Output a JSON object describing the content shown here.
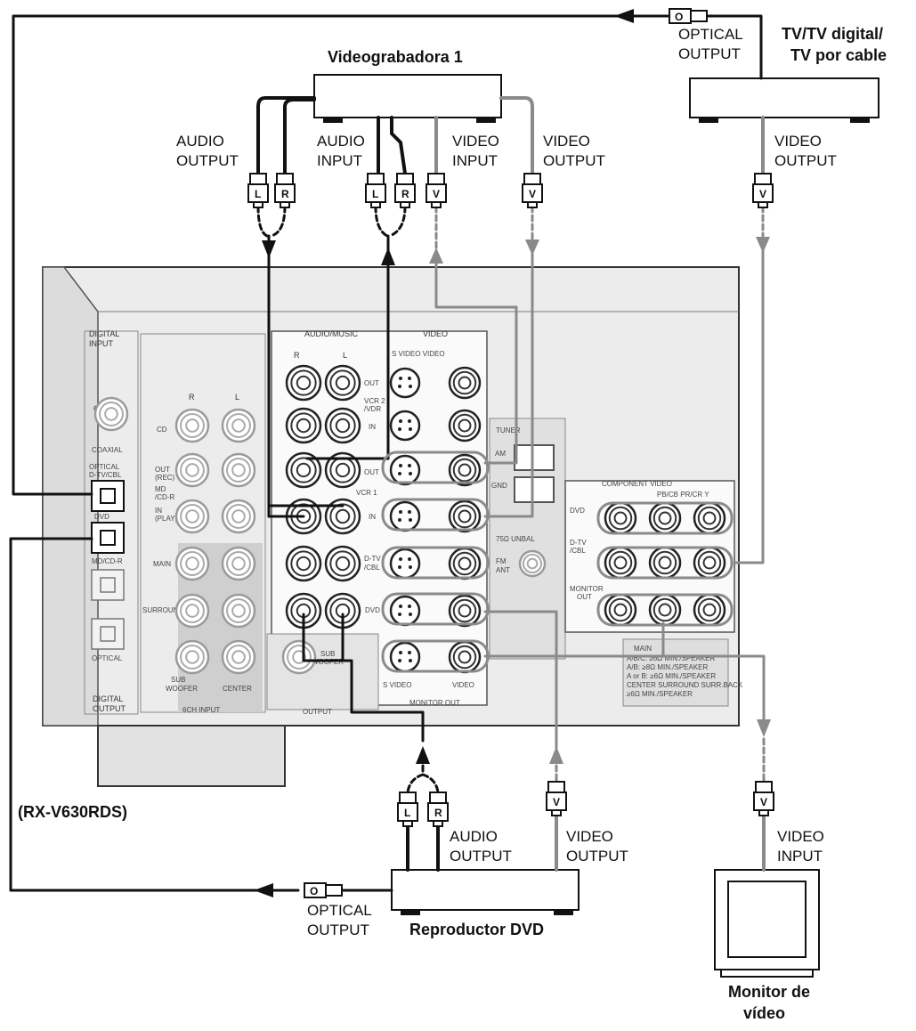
{
  "devices": {
    "vcr1": "Videograbadora 1",
    "tv_line1": "TV/TV digital/",
    "tv_line2": "TV por cable",
    "receiver": "(RX-V630RDS)",
    "dvd": "Reproductor DVD",
    "monitor_line1": "Monitor de",
    "monitor_line2": "vídeo"
  },
  "labels": {
    "audio": "AUDIO",
    "output": "OUTPUT",
    "input": "INPUT",
    "video": "VIDEO",
    "optical": "OPTICAL"
  },
  "plugs": {
    "left": "L",
    "right": "R",
    "video": "V",
    "optical": "O"
  },
  "panel": {
    "digital_input": "DIGITAL INPUT",
    "digital_input_l1": "DIGITAL",
    "digital_input_l2": "INPUT",
    "digital_output_l1": "DIGITAL",
    "digital_output_l2": "OUTPUT",
    "audio_header": "AUDIO/MUSIC",
    "video_header": "VIDEO",
    "s_video_video": "S VIDEO VIDEO",
    "cd": "CD",
    "coaxial": "COAXIAL",
    "optical_dtv": "OPTICAL D-TV/CBL",
    "optical_dtv_l1": "OPTICAL",
    "optical_dtv_l2": "D-TV/CBL",
    "dvd": "DVD",
    "md_cdr": "MD/CD-R",
    "optical": "OPTICAL",
    "r": "R",
    "l": "L",
    "out": "OUT",
    "in": "IN",
    "vcr2": "VCR 2 /VDR",
    "vcr2_l1": "VCR 2",
    "vcr2_l2": "/VDR",
    "vcr1": "VCR 1",
    "dtv_cbl": "D-TV /CBL",
    "dtv_l1": "D-TV",
    "dtv_l2": "/CBL",
    "dvd_in": "DVD",
    "cd_in": "CD",
    "out_rec": "OUT (REC)",
    "out_rec_l1": "OUT",
    "out_rec_l2": "(REC)",
    "md_in": "MD /CD-R",
    "md_in_l1": "MD",
    "md_in_l2": "/CD-R",
    "in_play": "IN (PLAY)",
    "in_play_l1": "IN",
    "in_play_l2": "(PLAY)",
    "main": "MAIN",
    "surround": "SURROUND",
    "sub_woofer": "SUB WOOFER",
    "sub_l1": "SUB",
    "sub_l2": "WOOFER",
    "center": "CENTER",
    "6ch_input": "6CH INPUT",
    "output": "OUTPUT",
    "s_video": "S VIDEO",
    "video": "VIDEO",
    "monitor_out": "MONITOR OUT",
    "tuner": "TUNER",
    "am": "AM",
    "gnd": "GND",
    "fm_ant": "75Ω UNBAL",
    "fm": "FM",
    "ant": "ANT",
    "component_video": "COMPONENT VIDEO",
    "pb_pr_y": "PB/CB PR/CR Y",
    "comp_dvd": "DVD",
    "comp_dtv": "D-TV /CBL",
    "comp_dtv_l1": "D-TV",
    "comp_dtv_l2": "/CBL",
    "comp_monitor": "MONITOR OUT",
    "comp_monitor_l1": "MONITOR",
    "comp_monitor_l2": "OUT",
    "spk_main": "MAIN",
    "spk_line1": "A/B/C: ≥6Ω MIN./SPEAKER",
    "spk_line2": "A/B: ≥8Ω MIN./SPEAKER",
    "spk_line3": "A or B: ≥6Ω MIN./SPEAKER",
    "spk_line4": "CENTER SURROUND SURR.BACK",
    "spk_line5": "≥6Ω MIN./SPEAKER"
  },
  "colors": {
    "ink": "#111111",
    "cable_grey": "#8a8a8a",
    "panel_fill": "#e9e9e9",
    "shade": "#cfcfcf"
  }
}
